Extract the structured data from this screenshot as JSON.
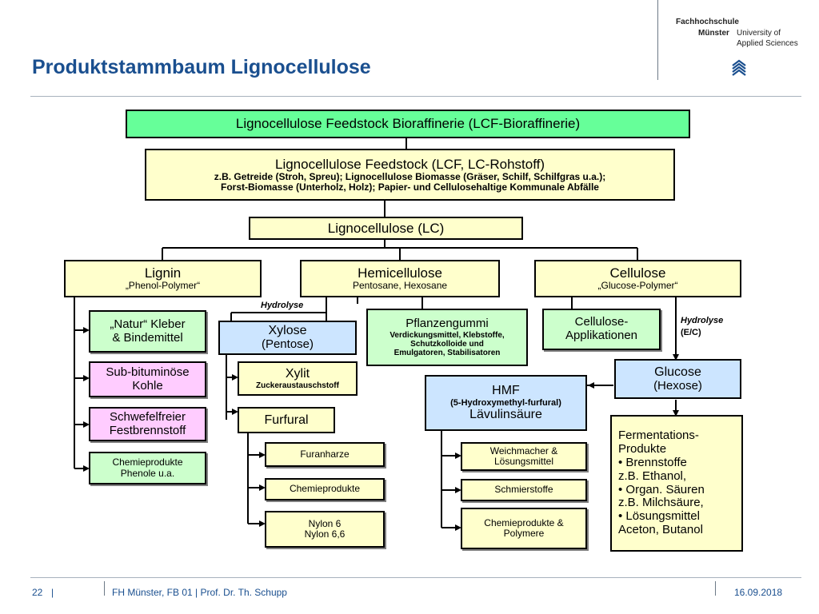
{
  "header": {
    "title": "Produktstammbaum Lignocellulose",
    "logo": {
      "line1": "Fachhochschule",
      "line2": "Münster",
      "line3": "University of",
      "line4": "Applied Sciences",
      "icon": "fh-muenster-logo-icon"
    }
  },
  "diagram": {
    "top": "Lignocellulose Feedstock Bioraffinerie (LCF-Bioraffinerie)",
    "feedstock": {
      "title": "Lignocellulose Feedstock  (LCF, LC-Rohstoff)",
      "line1": "z.B. Getreide (Stroh, Spreu); Lignocellulose Biomasse (Gräser,  Schilf, Schilfgras u.a.);",
      "line2": "Forst-Biomasse (Unterholz, Holz); Papier- und Cellulosehaltige Kommunale Abfälle"
    },
    "lc": "Lignocellulose (LC)",
    "lignin": {
      "title": "Lignin",
      "sub": "„Phenol-Polymer“"
    },
    "hemicellulose": {
      "title": "Hemicellulose",
      "sub": "Pentosane, Hexosane"
    },
    "cellulose": {
      "title": "Cellulose",
      "sub": "„Glucose-Polymer“"
    },
    "hydrolyse_left": "Hydrolyse",
    "hydrolyse_right": {
      "line1": "Hydrolyse",
      "line2": "(E/C)"
    },
    "lignin_products": [
      {
        "line1": "„Natur“ Kleber",
        "line2": "& Bindemittel"
      },
      {
        "line1": "Sub-bituminöse",
        "line2": "Kohle"
      },
      {
        "line1": "Schwefelfreier",
        "line2": "Festbrennstoff"
      },
      {
        "line1": "Chemieprodukte",
        "line2": "Phenole u.a."
      }
    ],
    "xylose": {
      "line1": "Xylose",
      "line2": "(Pentose)"
    },
    "xylit": {
      "line1": "Xylit",
      "line2": "Zuckeraustauschstoff"
    },
    "furfural": "Furfural",
    "furfural_products": {
      "p1": "Furanharze",
      "p2": "Chemieprodukte",
      "p3_line1": "Nylon 6",
      "p3_line2": "Nylon 6,6"
    },
    "pflanzengummi": {
      "title": "Pflanzengummi",
      "line1": "Verdickungsmittel, Klebstoffe,",
      "line2": "Schutzkolloide und",
      "line3": "Emulgatoren, Stabilisatoren"
    },
    "cellulose_app": {
      "line1": "Cellulose-",
      "line2": "Applikationen"
    },
    "glucose": {
      "line1": "Glucose",
      "line2": "(Hexose)"
    },
    "hmf": {
      "line1": "HMF",
      "line2": "(5-Hydroxymethyl-furfural)",
      "line3": "Lävulinsäure"
    },
    "hmf_products": {
      "p1_line1": "Weichmacher &",
      "p1_line2": "Lösungsmittel",
      "p2": "Schmierstoffe",
      "p3_line1": "Chemieprodukte &",
      "p3_line2": "Polymere"
    },
    "fermentation": {
      "l1": "Fermentations-",
      "l2": "Produkte",
      "l3": "• Brennstoffe",
      "l4": "z.B. Ethanol,",
      "l5": "• Organ. Säuren",
      "l6": "z.B. Milchsäure,",
      "l7": "• Lösungsmittel",
      "l8": "Aceton, Butanol"
    }
  },
  "footer": {
    "page": "22",
    "sep": "|",
    "info": "FH Münster, FB 01  | Prof. Dr. Th. Schupp",
    "date": "16.09.2018"
  }
}
